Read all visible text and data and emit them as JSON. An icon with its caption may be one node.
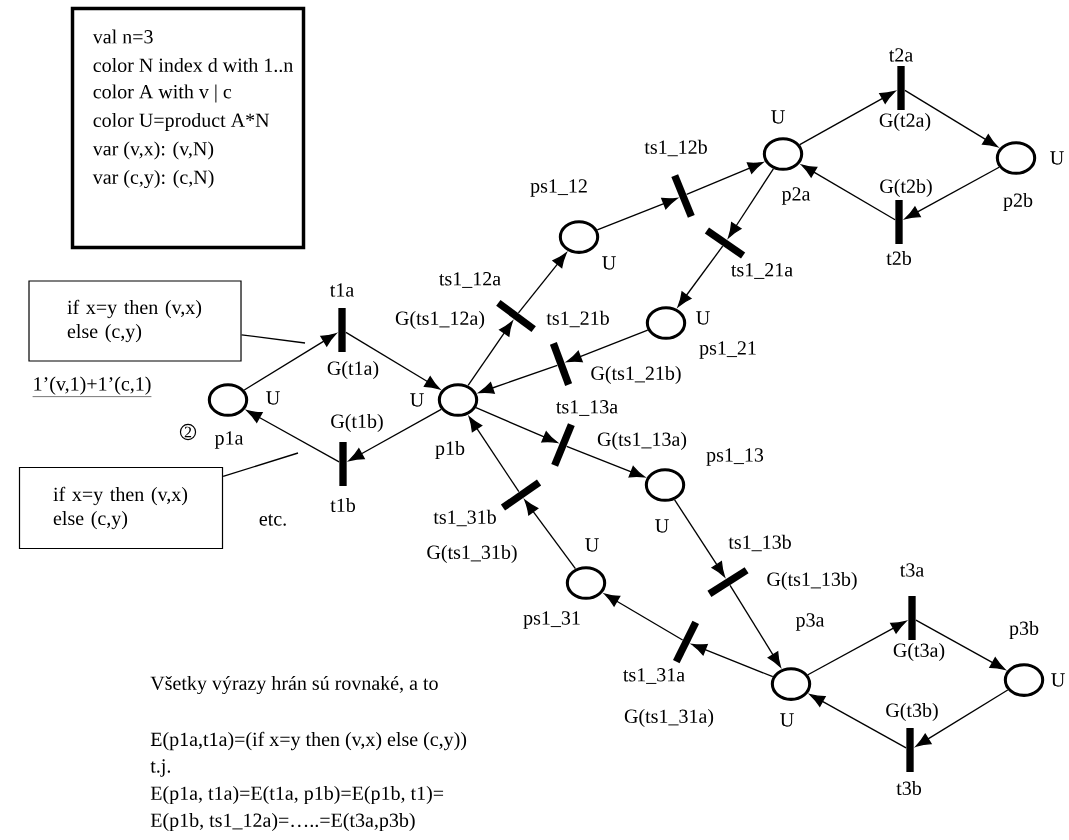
{
  "diagram": {
    "nodes": [
      {
        "text": [
          "val n=3",
          "color N index d with 1..n",
          "color A with v | c",
          "color U=product A*N",
          "var (v,x): (v,N)",
          "var (c,y): (c,N)"
        ]
      },
      {
        "text": [
          "if x=y then (v,x) else (c,y)"
        ]
      },
      {
        "text": [
          "if x=y then (v,x) else (c,y)"
        ]
      },
      {
        "text": [
          "2"
        ]
      },
      {
        "text": [],
        "shape": "circle",
        "beside": [
          "U",
          "p1a"
        ]
      },
      {
        "text": [],
        "shape": "bar",
        "beside": [
          "t1a",
          "G(t1a)"
        ]
      },
      {
        "text": [],
        "shape": "bar",
        "beside": [
          "G(t1b)",
          "t1b"
        ]
      },
      {
        "text": [],
        "shape": "circle",
        "beside": [
          "U",
          "p1b"
        ]
      },
      {
        "text": [],
        "shape": "bar",
        "beside": [
          "ts1_12a",
          "G(ts1_12a)"
        ]
      },
      {
        "text": [],
        "shape": "bar",
        "beside": [
          "ts1_21b",
          "G(ts1_21b)"
        ]
      },
      {
        "text": [],
        "shape": "circle",
        "beside": [
          "ps1_12",
          "U"
        ]
      },
      {
        "text": [],
        "shape": "bar",
        "beside": [
          "ts1_12b"
        ]
      },
      {
        "text": [],
        "shape": "circle",
        "beside": [
          "U",
          "p2a"
        ]
      },
      {
        "text": [],
        "shape": "bar",
        "beside": [
          "ts1_21a"
        ]
      },
      {
        "text": [],
        "shape": "circle",
        "beside": [
          "U",
          "ps1_21"
        ]
      },
      {
        "text": [],
        "shape": "bar",
        "beside": [
          "t2a",
          "G(t2a)"
        ]
      },
      {
        "text": [],
        "shape": "bar",
        "beside": [
          "G(t2b)",
          "t2b"
        ]
      },
      {
        "text": [],
        "shape": "circle",
        "beside": [
          "U",
          "p2b"
        ]
      },
      {
        "text": [],
        "shape": "bar",
        "beside": [
          "ts1_13a",
          "G(ts1_13a)"
        ]
      },
      {
        "text": [],
        "shape": "bar",
        "beside": [
          "ts1_31b",
          "G(ts1_31b)"
        ]
      },
      {
        "text": [],
        "shape": "circle",
        "beside": [
          "ps1_13",
          "U"
        ]
      },
      {
        "text": [],
        "shape": "circle",
        "beside": [
          "U",
          "ps1_31"
        ]
      },
      {
        "text": [],
        "shape": "bar",
        "beside": [
          "ts1_13b",
          "G(ts1_13b)"
        ]
      },
      {
        "text": [],
        "shape": "bar",
        "beside": [
          "ts1_31a",
          "G(ts1_31a)"
        ]
      },
      {
        "text": [],
        "shape": "circle",
        "beside": [
          "p3a",
          "U"
        ]
      },
      {
        "text": [],
        "shape": "bar",
        "beside": [
          "t3a",
          "G(t3a)"
        ]
      },
      {
        "text": [],
        "shape": "bar",
        "beside": [
          "G(t3b)",
          "t3b"
        ]
      },
      {
        "text": [],
        "shape": "circle",
        "beside": [
          "p3b",
          "U"
        ]
      }
    ],
    "edges": [
      {
        "from": 4,
        "to": 5,
        "arrow": "to"
      },
      {
        "from": 5,
        "to": 7,
        "arrow": "to"
      },
      {
        "from": 7,
        "to": 6,
        "arrow": "to"
      },
      {
        "from": 6,
        "to": 4,
        "arrow": "to"
      },
      {
        "from": 7,
        "to": 8,
        "arrow": "to"
      },
      {
        "from": 8,
        "to": 10,
        "arrow": "to"
      },
      {
        "from": 10,
        "to": 11,
        "arrow": "to"
      },
      {
        "from": 11,
        "to": 12,
        "arrow": "to"
      },
      {
        "from": 12,
        "to": 13,
        "arrow": "to"
      },
      {
        "from": 13,
        "to": 14,
        "arrow": "to"
      },
      {
        "from": 14,
        "to": 9,
        "arrow": "to"
      },
      {
        "from": 9,
        "to": 7,
        "arrow": "to"
      },
      {
        "from": 7,
        "to": 18,
        "arrow": "to"
      },
      {
        "from": 18,
        "to": 20,
        "arrow": "to"
      },
      {
        "from": 20,
        "to": 22,
        "arrow": "to"
      },
      {
        "from": 22,
        "to": 24,
        "arrow": "to"
      },
      {
        "from": 24,
        "to": 23,
        "arrow": "to"
      },
      {
        "from": 23,
        "to": 21,
        "arrow": "to"
      },
      {
        "from": 21,
        "to": 19,
        "arrow": "to"
      },
      {
        "from": 19,
        "to": 7,
        "arrow": "to"
      },
      {
        "from": 12,
        "to": 15,
        "arrow": "to"
      },
      {
        "from": 15,
        "to": 17,
        "arrow": "to"
      },
      {
        "from": 17,
        "to": 16,
        "arrow": "to"
      },
      {
        "from": 16,
        "to": 12,
        "arrow": "to"
      },
      {
        "from": 24,
        "to": 25,
        "arrow": "to"
      },
      {
        "from": 25,
        "to": 27,
        "arrow": "to"
      },
      {
        "from": 27,
        "to": 26,
        "arrow": "to"
      },
      {
        "from": 26,
        "to": 24,
        "arrow": "to"
      },
      {
        "from": 1,
        "to": null,
        "arrow": "none"
      },
      {
        "from": 2,
        "to": null,
        "arrow": "none"
      }
    ],
    "labels": [
      "1’(v,1)+1’(c,1)",
      "etc.",
      "Všetky výrazy hrán sú rovnaké, a to",
      "E(p1a,t1a)=(if x=y then (v,x) else (c,y))",
      "t.j.",
      "E(p1a, t1a)=E(t1a, p1b)=E(p1b, t1)=",
      "E(p1b, ts1_12a)=…..=E(t3a,p3b)"
    ]
  }
}
